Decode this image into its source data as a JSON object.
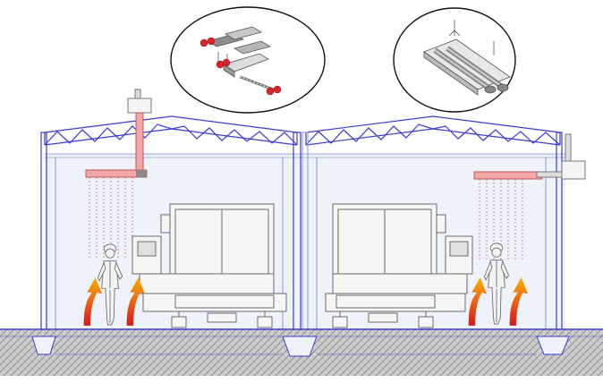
{
  "scene": {
    "halls": 2,
    "workers": 2,
    "machines": 2,
    "heat_arrows": 4,
    "detail_callouts": 2
  },
  "palette": {
    "structure": "#3a3ad6",
    "structure_light": "#9aa6e8",
    "wall_fill": "#eef2fb",
    "machine_line": "#6b6b6b",
    "heater_fill": "#f2a6a6",
    "heater_dark": "#8a8a8a",
    "heat_ray": "#e46a6a",
    "arrow_top": "#f7b100",
    "arrow_bottom": "#d21a1a",
    "ground_fill": "#cfcfcf",
    "ground_hatch": "#8c8c8c",
    "red_node": "#d8252b"
  }
}
